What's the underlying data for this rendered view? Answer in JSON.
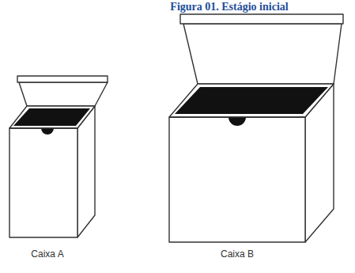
{
  "diagram": {
    "title": "Figura 01. Estágio inicial",
    "labels": [
      "Caixa A",
      "Caixa B"
    ]
  }
}
